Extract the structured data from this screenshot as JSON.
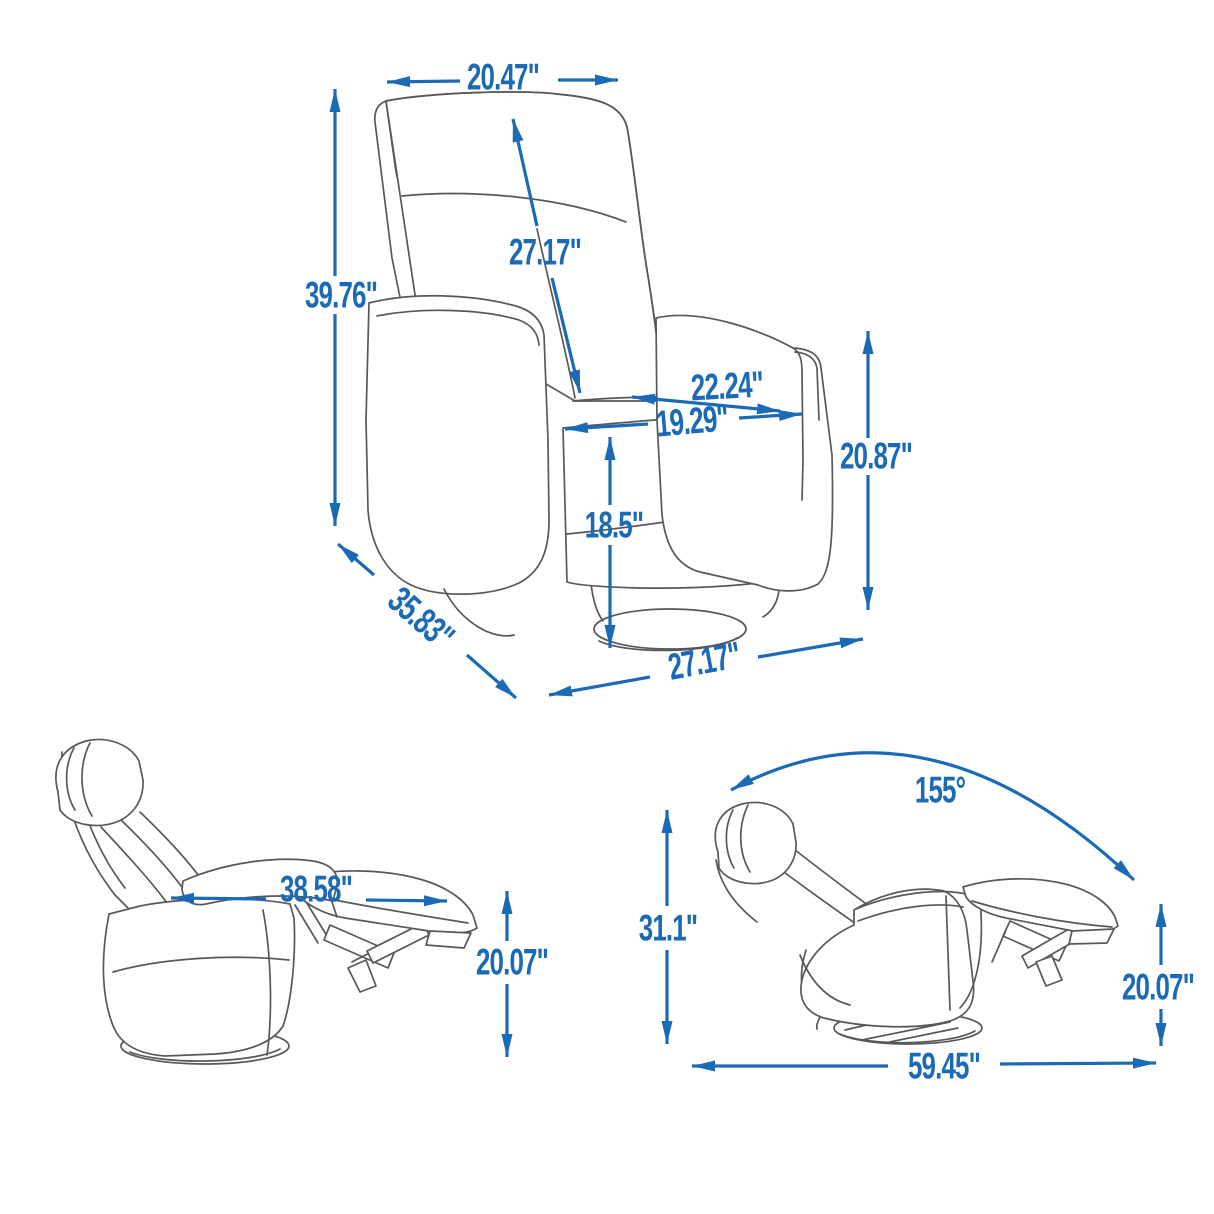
{
  "title": "Swivel recliner chair dimension diagram",
  "colors": {
    "dimension_blue": "#1b6ab5",
    "line_gray": "#57585c",
    "background": "#ffffff"
  },
  "figures": [
    {
      "label": "upright-three-quarter-view",
      "dimensions": {
        "back_width": "20.47\"",
        "overall_height": "39.76\"",
        "back_length": "27.17\"",
        "seat_width_back": "22.24\"",
        "seat_width_front": "19.29\"",
        "seat_height": "18.5\"",
        "arm_height": "20.87\"",
        "overall_depth": "35.83\"",
        "base_width": "27.17\""
      }
    },
    {
      "label": "reclined-side-view",
      "dimensions": {
        "recline_length": "38.58\"",
        "footrest_height": "20.07\""
      }
    },
    {
      "label": "fully-reclined-side-view",
      "dimensions": {
        "recline_angle": "155°",
        "seated_height": "31.1\"",
        "footrest_height": "20.07\"",
        "recline_total_length": "59.45\""
      }
    }
  ]
}
